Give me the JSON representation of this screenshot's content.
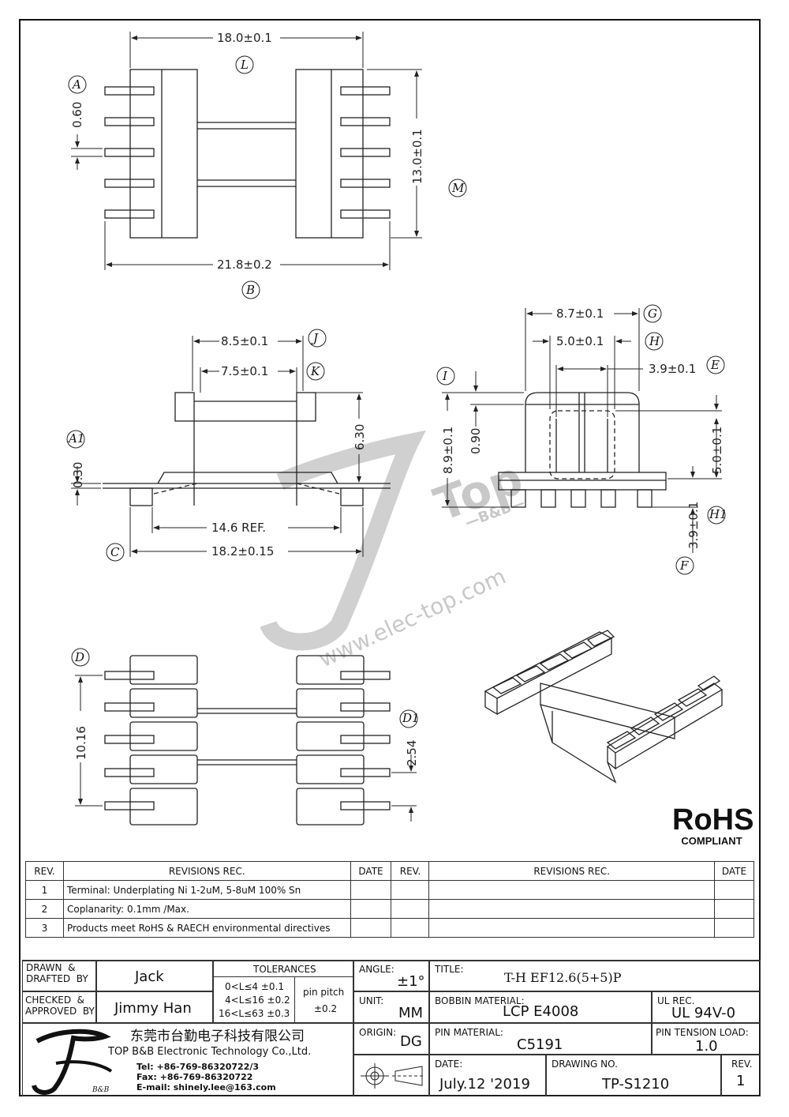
{
  "top_view": {
    "dim_L": "18.0±0.1",
    "label_L": "L",
    "dim_A": "0.60",
    "label_A": "A",
    "dim_M": "13.0±0.1",
    "label_M": "M",
    "dim_B": "21.8±0.2",
    "label_B": "B"
  },
  "side_view": {
    "dim_J": "8.5±0.1",
    "label_J": "J",
    "dim_K": "7.5±0.1",
    "label_K": "K",
    "dim_630": "6.30",
    "dim_A1": "0.30",
    "label_A1": "A1",
    "dim_ref": "14.6  REF.",
    "dim_C": "18.2±0.15",
    "label_C": "C"
  },
  "end_view": {
    "dim_G": "8.7±0.1",
    "label_G": "G",
    "dim_H": "5.0±0.1",
    "label_H": "H",
    "dim_E": "3.9±0.1",
    "label_E": "E",
    "dim_I": "8.9±0.1",
    "label_I": "I",
    "dim_090": "0.90",
    "dim_50": "5.0±0.1",
    "label_H1": "H1",
    "dim_F": "3.9±0.1",
    "label_F": "F"
  },
  "bottom_view": {
    "label_D": "D",
    "dim_D": "10.16",
    "label_D1": "D1",
    "dim_D1": "2.54"
  },
  "watermark": {
    "mark": "Top",
    "sub": "—B&B—",
    "url": "www.elec-top.com"
  },
  "rohs": {
    "title": "RoHS",
    "sub": "COMPLIANT"
  },
  "revisions": {
    "headers": [
      "REV.",
      "REVISIONS    REC.",
      "DATE",
      "REV.",
      "REVISIONS    REC.",
      "DATE"
    ],
    "rows": [
      {
        "rev": "1",
        "text": "Terminal: Underplating Ni 1-2uM, 5-8uM 100% Sn",
        "date": ""
      },
      {
        "rev": "2",
        "text": "Coplanarity: 0.1mm  /Max.",
        "date": ""
      },
      {
        "rev": "3",
        "text": "Products  meet  RoHS  &  RAECH  environmental  directives",
        "date": ""
      }
    ]
  },
  "title_block": {
    "drawn_label": "DRAWN  &\nDRAFTED  BY",
    "drawn_value": "Jack",
    "checked_label": "CHECKED  &\nAPPROVED  BY",
    "checked_value": "Jimmy  Han",
    "tol_label": "TOLERANCES",
    "tol_1": "0<L≤4    ±0.1",
    "tol_2": "4<L≤16  ±0.2",
    "tol_3": "16<L≤63  ±0.3",
    "pitch_label": "pin  pitch",
    "pitch_value": "±0.2",
    "angle_label": "ANGLE:",
    "angle_value": "±1°",
    "unit_label": "UNIT:",
    "unit_value": "MM",
    "origin_label": "ORIGIN:",
    "origin_value": "DG",
    "title_label": "TITLE:",
    "title_value": "T-H  EF12.6(5+5)P",
    "bobbin_label": "BOBBIN  MATERIAL:",
    "bobbin_value": "LCP  E4008",
    "ul_label": "UL  REC.",
    "ul_value": "UL  94V-0",
    "pin_label": "PIN  MATERIAL:",
    "pin_value": "C5191",
    "tension_label": "PIN  TENSION  LOAD:",
    "tension_value": "1.0",
    "date_label": "DATE:",
    "date_value": "July.12  '2019",
    "drawing_label": "DRAWING  NO.",
    "drawing_value": "TP-S1210",
    "rev_label": "REV.",
    "rev_value": "1"
  },
  "company": {
    "name_cn": "东莞市台勤电子科技有限公司",
    "name_en": "TOP  B&B  Electronic  Technology  Co.,Ltd.",
    "tel": "Tel: +86-769-86320722/3",
    "fax": "Fax: +86-769-86320722",
    "email": "E-mail: shinely.lee@163.com",
    "logo_small": "B&B"
  }
}
